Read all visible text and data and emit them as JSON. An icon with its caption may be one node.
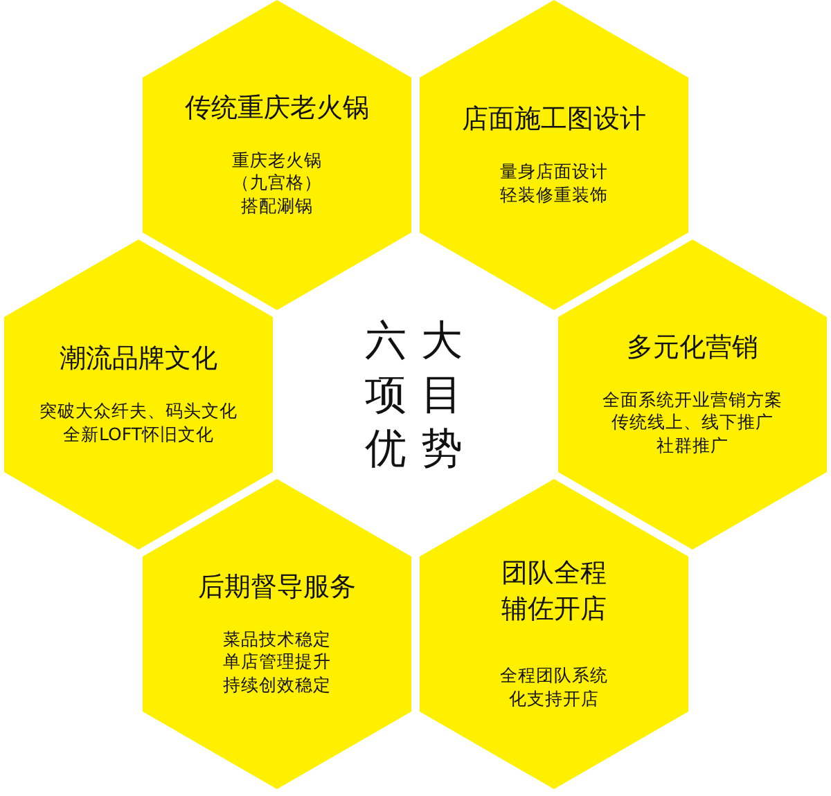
{
  "diagram": {
    "nodes": [
      {
        "text": [
          "传统重庆老火锅",
          "重庆老火锅（九宫格）搭配涮锅"
        ]
      },
      {
        "text": [
          "店面施工图设计",
          "量身店面设计轻装修重装饰"
        ]
      },
      {
        "text": [
          "潮流品牌文化",
          "突破大众纤夫、码头文化全新LOFT怀旧文化"
        ]
      },
      {
        "text": [
          "六大项目优势"
        ]
      },
      {
        "text": [
          "多元化营销",
          "全面系统开业营销方案",
          "传统线上、线下推广",
          "社群推广"
        ]
      },
      {
        "text": [
          "后期督导服务",
          "菜品技术稳定单店管理提升持续创效稳定"
        ]
      },
      {
        "text": [
          "团队全程辅佐开店",
          "全程团队系统化支持开店"
        ]
      }
    ]
  }
}
